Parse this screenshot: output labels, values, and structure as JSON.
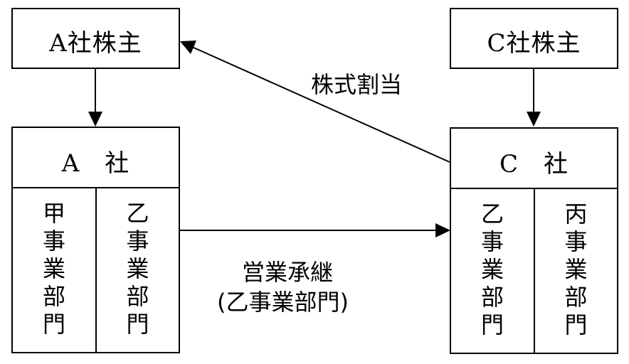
{
  "nodes": {
    "a_shareholders": {
      "label": "A社株主"
    },
    "c_shareholders": {
      "label": "C社株主"
    },
    "company_a": {
      "label": "A　社",
      "divisions": [
        {
          "chars": [
            "甲",
            "事",
            "業",
            "部",
            "門"
          ],
          "name": "甲事業部門"
        },
        {
          "chars": [
            "乙",
            "事",
            "業",
            "部",
            "門"
          ],
          "name": "乙事業部門"
        }
      ]
    },
    "company_c": {
      "label": "C　社",
      "divisions": [
        {
          "chars": [
            "乙",
            "事",
            "業",
            "部",
            "門"
          ],
          "name": "乙事業部門"
        },
        {
          "chars": [
            "丙",
            "事",
            "業",
            "部",
            "門"
          ],
          "name": "丙事業部門"
        }
      ]
    }
  },
  "edges": {
    "share_allotment": {
      "label": "株式割当",
      "from": "C社",
      "to": "A社株主"
    },
    "business_succession": {
      "label_line1": "営業承継",
      "label_line2": "(乙事業部門)",
      "from": "A社",
      "to": "C社"
    },
    "a_ownership": {
      "from": "A社株主",
      "to": "A社"
    },
    "c_ownership": {
      "from": "C社株主",
      "to": "C社"
    }
  }
}
